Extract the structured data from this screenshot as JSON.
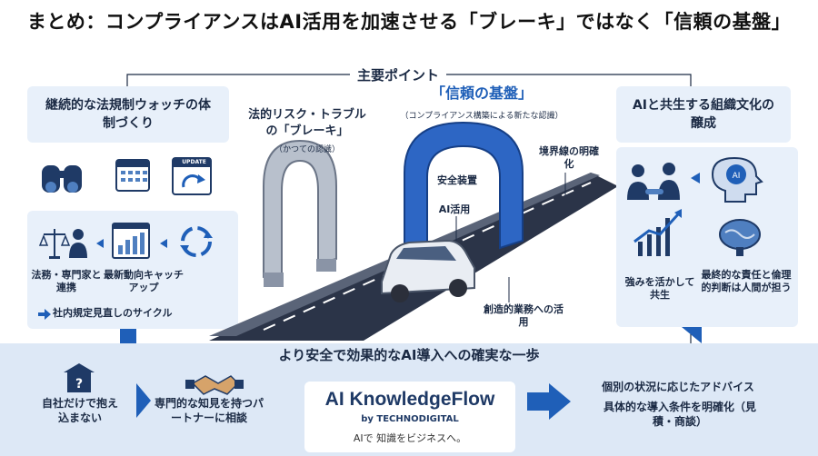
{
  "title": "まとめ：コンプライアンスはAI活用を加速させる「ブレーキ」ではなく「信頼の基盤」",
  "key_points": {
    "heading": "主要ポイント",
    "left": {
      "heading": "継続的な法規制ウォッチの体制づくり",
      "update_badge": "UPDATE",
      "experts": "法務・専門家と連携",
      "trends": "最新動向キャッチアップ",
      "cycle": "社内規定見直しのサイクル"
    },
    "center": {
      "brake_title": "法的リスク・トラブルの「ブレーキ」",
      "brake_note": "（かつての認識）",
      "foundation_title": "「信頼の基盤」",
      "foundation_note": "（コンプライアンス構築による新たな認識）",
      "safety": "安全装置",
      "ai_use": "AI活用",
      "boundary": "境界線の明確化",
      "creative": "創造的業務への活用"
    },
    "right": {
      "heading": "AIと共生する組織文化の醸成",
      "strengths": "強みを活かして共生",
      "responsibility": "最終的な責任と倫理的判断は人間が担う"
    }
  },
  "bottom": {
    "heading": "より安全で効果的なAI導入への確実な一歩",
    "alone": "自社だけで抱え込まない",
    "partner": "専門的な知見を持つパートナーに相談",
    "advice": "個別の状況に応じたアドバイス",
    "conditions": "具体的な導入条件を明確化（見積・商談）"
  },
  "logo": {
    "name": "AI KnowledgeFlow",
    "by": "by TECHNODIGITAL",
    "tagline": "AIで 知識をビジネスへ。"
  },
  "colors": {
    "accent": "#1f5fb8",
    "panel": "#e8f0fa",
    "band": "#dde8f6",
    "navy": "#1b2a44"
  }
}
